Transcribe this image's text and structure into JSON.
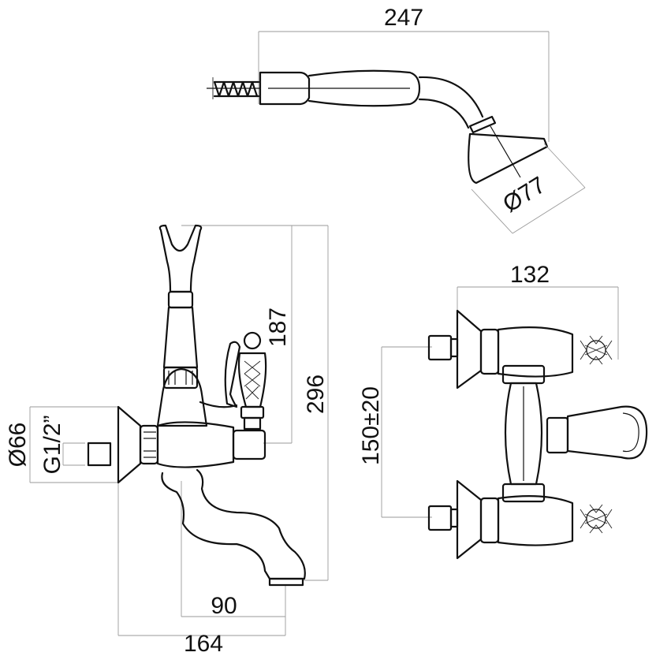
{
  "dimensions": {
    "hand_shower_length": "247",
    "shower_head_diameter": "Ø77",
    "holder_height": "187",
    "total_height": "296",
    "flange_diameter": "Ø66",
    "connection_thread": "G1/2”",
    "spout_projection": "90",
    "total_projection": "164",
    "mixer_width": "132",
    "inlet_centers": "150±20"
  }
}
